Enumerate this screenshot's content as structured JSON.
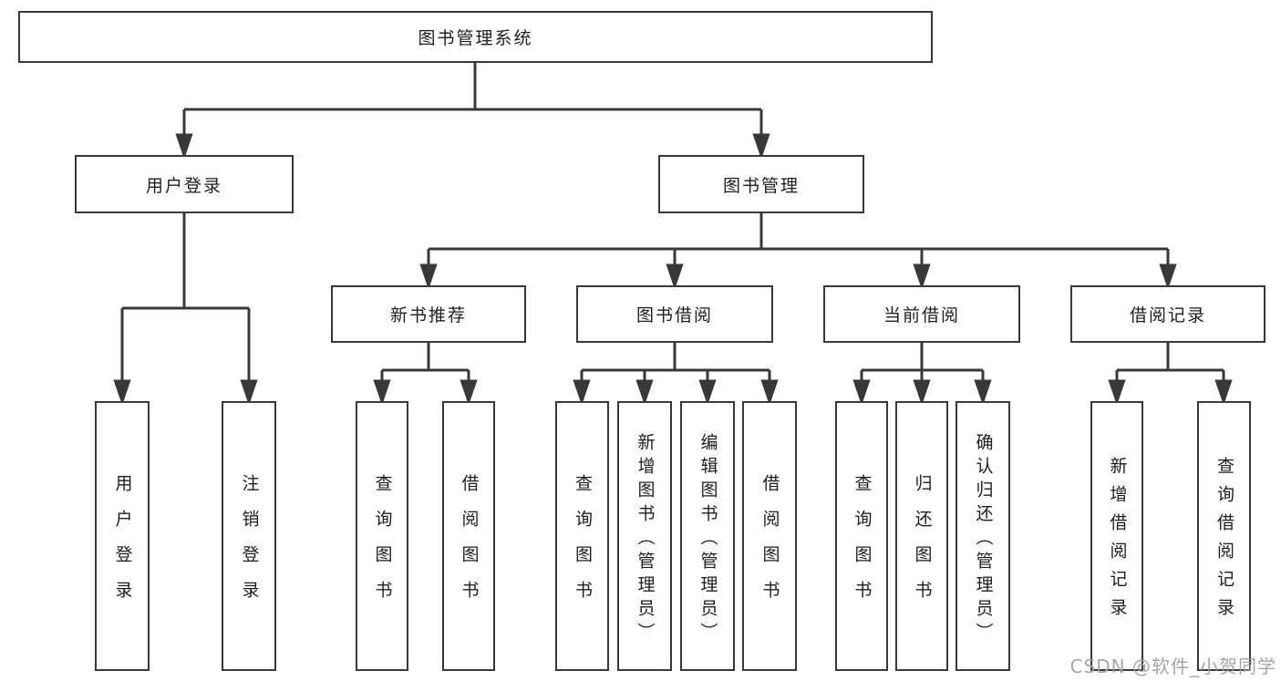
{
  "colors": {
    "line": "#383838",
    "box_border": "#383838",
    "text": "#1e1e1e",
    "background": "#ffffff",
    "watermark": "#9e9e9e"
  },
  "tree": {
    "label": "图书管理系统",
    "children": [
      {
        "label": "用户登录",
        "children": [
          {
            "label": "用户登录"
          },
          {
            "label": "注销登录"
          }
        ]
      },
      {
        "label": "图书管理",
        "children": [
          {
            "label": "新书推荐",
            "children": [
              {
                "label": "查询图书"
              },
              {
                "label": "借阅图书"
              }
            ]
          },
          {
            "label": "图书借阅",
            "children": [
              {
                "label": "查询图书"
              },
              {
                "label": "新增图书（管理员）"
              },
              {
                "label": "编辑图书（管理员）"
              },
              {
                "label": "借阅图书"
              }
            ]
          },
          {
            "label": "当前借阅",
            "children": [
              {
                "label": "查询图书"
              },
              {
                "label": "归还图书"
              },
              {
                "label": "确认归还（管理员）"
              }
            ]
          },
          {
            "label": "借阅记录",
            "children": [
              {
                "label": "新增借阅记录"
              },
              {
                "label": "查询借阅记录"
              }
            ]
          }
        ]
      }
    ]
  },
  "watermark": {
    "text": "CSDN @软件_小贺同学"
  }
}
